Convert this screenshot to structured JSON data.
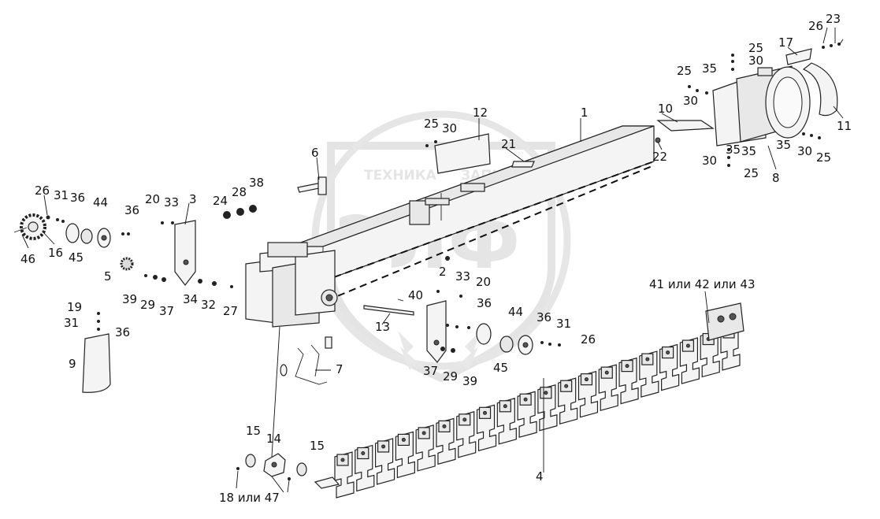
{
  "watermark": {
    "text_top": "ТЕХНИКА",
    "text_right": "ЗАПЧАСТИ",
    "logo_letters": "ЭЛФ"
  },
  "labels": {
    "p1": "1",
    "p2": "2",
    "p3": "3",
    "p4": "4",
    "p5": "5",
    "p6": "6",
    "p7": "7",
    "p8": "8",
    "p9": "9",
    "p10": "10",
    "p11": "11",
    "p12": "12",
    "p13": "13",
    "p14": "14",
    "p15a": "15",
    "p15b": "15",
    "p16": "16",
    "p17": "17",
    "p18_47": "18 или 47",
    "p19": "19",
    "p20a": "20",
    "p20b": "20",
    "p21": "21",
    "p22": "22",
    "p23": "23",
    "p24": "24",
    "p25a": "25",
    "p25b": "25",
    "p25c": "25",
    "p25d": "25",
    "p25e": "25",
    "p26a": "26",
    "p26b": "26",
    "p26c": "26",
    "p27": "27",
    "p28": "28",
    "p29a": "29",
    "p29b": "29",
    "p30a": "30",
    "p30b": "30",
    "p30c": "30",
    "p30d": "30",
    "p30e": "30",
    "p31a": "31",
    "p31b": "31",
    "p31c": "31",
    "p32": "32",
    "p33a": "33",
    "p33b": "33",
    "p34": "34",
    "p35a": "35",
    "p35b": "35",
    "p35c": "35",
    "p35d": "35",
    "p36a": "36",
    "p36b": "36",
    "p36c": "36",
    "p36d": "36",
    "p36e": "36",
    "p37a": "37",
    "p37b": "37",
    "p38": "38",
    "p39a": "39",
    "p39b": "39",
    "p40": "40",
    "p41_43": "41 или 42 или 43",
    "p44a": "44",
    "p44b": "44",
    "p45a": "45",
    "p45b": "45",
    "p46": "46"
  }
}
